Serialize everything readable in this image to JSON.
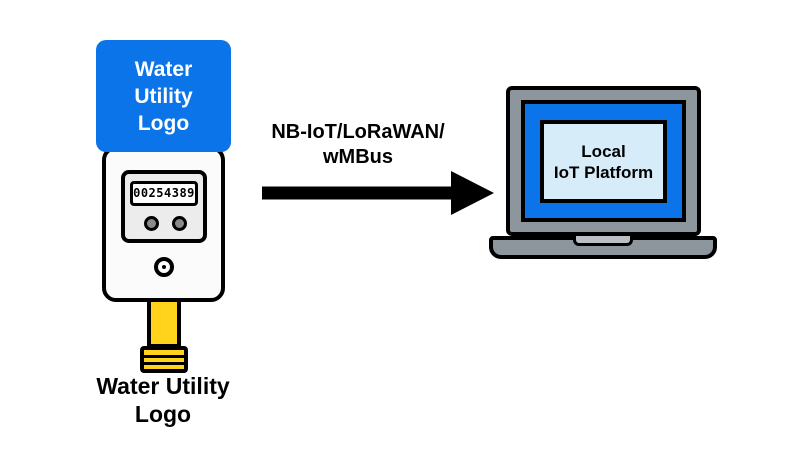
{
  "meter": {
    "logo_lines": [
      "Water",
      "Utility",
      "Logo"
    ],
    "display_value": "00254389",
    "caption_lines": [
      "Water Utility",
      "Logo"
    ]
  },
  "link": {
    "protocol_lines": [
      "NB-IoT/LoRaWAN/",
      "wMBus"
    ]
  },
  "laptop": {
    "screen_lines": [
      "Local",
      "IoT Platform"
    ]
  },
  "colors": {
    "brand_blue": "#0b74e8",
    "screen_light_blue": "#d6edf9",
    "fitting_yellow": "#ffd21c",
    "laptop_gray": "#8e969d",
    "outline_black": "#000000"
  }
}
